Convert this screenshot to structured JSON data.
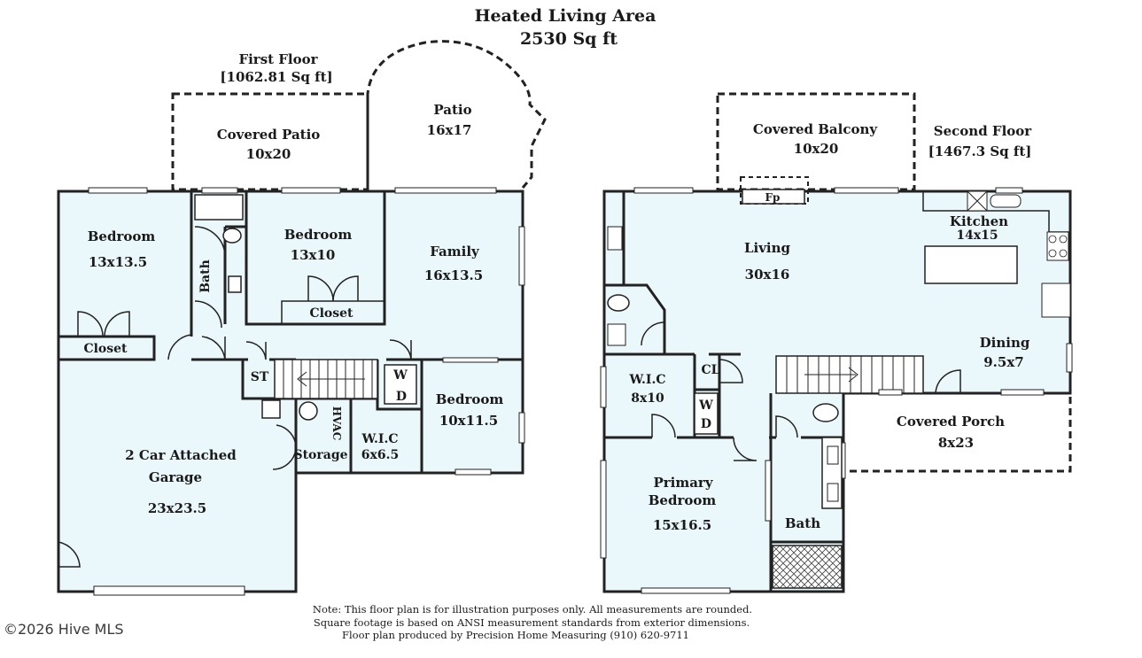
{
  "header": {
    "title": "Heated Living Area",
    "area": "2530 Sq ft"
  },
  "first_floor": {
    "title": "First Floor",
    "area": "[1062.81 Sq ft]",
    "rooms": {
      "covered_patio": {
        "name": "Covered Patio",
        "size": "10x20"
      },
      "patio": {
        "name": "Patio",
        "size": "16x17"
      },
      "bedroom_left": {
        "name": "Bedroom",
        "size": "13x13.5"
      },
      "bedroom_mid": {
        "name": "Bedroom",
        "size": "13x10"
      },
      "family": {
        "name": "Family",
        "size": "16x13.5"
      },
      "bath": {
        "name": "Bath"
      },
      "closet_left": {
        "name": "Closet"
      },
      "closet_mid": {
        "name": "Closet"
      },
      "st": {
        "name": "ST"
      },
      "washer": {
        "name": "W"
      },
      "dryer": {
        "name": "D"
      },
      "bedroom_right": {
        "name": "Bedroom",
        "size": "10x11.5"
      },
      "hvac": {
        "name": "HVAC"
      },
      "storage": {
        "name": "Storage"
      },
      "wic": {
        "name": "W.I.C",
        "size": "6x6.5"
      },
      "garage": {
        "name_line1": "2 Car Attached",
        "name_line2": "Garage",
        "size": "23x23.5"
      }
    }
  },
  "second_floor": {
    "title": "Second Floor",
    "area": "[1467.3 Sq ft]",
    "rooms": {
      "covered_balcony": {
        "name": "Covered Balcony",
        "size": "10x20"
      },
      "fireplace": {
        "name": "Fp"
      },
      "kitchen": {
        "name": "Kitchen",
        "size": "14x15"
      },
      "living": {
        "name": "Living",
        "size": "30x16"
      },
      "dining": {
        "name": "Dining",
        "size": "9.5x7"
      },
      "wic": {
        "name": "W.I.C",
        "size": "8x10"
      },
      "cl": {
        "name": "CL"
      },
      "washer": {
        "name": "W"
      },
      "dryer": {
        "name": "D"
      },
      "covered_porch": {
        "name": "Covered Porch",
        "size": "8x23"
      },
      "primary": {
        "name_line1": "Primary",
        "name_line2": "Bedroom",
        "size": "15x16.5"
      },
      "bath": {
        "name": "Bath"
      }
    }
  },
  "footer": {
    "note_line1": "Note: This floor plan is for illustration purposes only. All measurements are rounded.",
    "note_line2": "Square footage is based on ANSI measurement standards from exterior dimensions.",
    "note_line3": "Floor plan produced by Precision Home Measuring (910) 620-9711",
    "watermark": "©2026 Hive MLS"
  },
  "colors": {
    "room_fill": "#eaf7fb",
    "wall": "#222222",
    "patio_hatch": "#d9d9d9",
    "balcony_fill": "#f3e6dc"
  }
}
